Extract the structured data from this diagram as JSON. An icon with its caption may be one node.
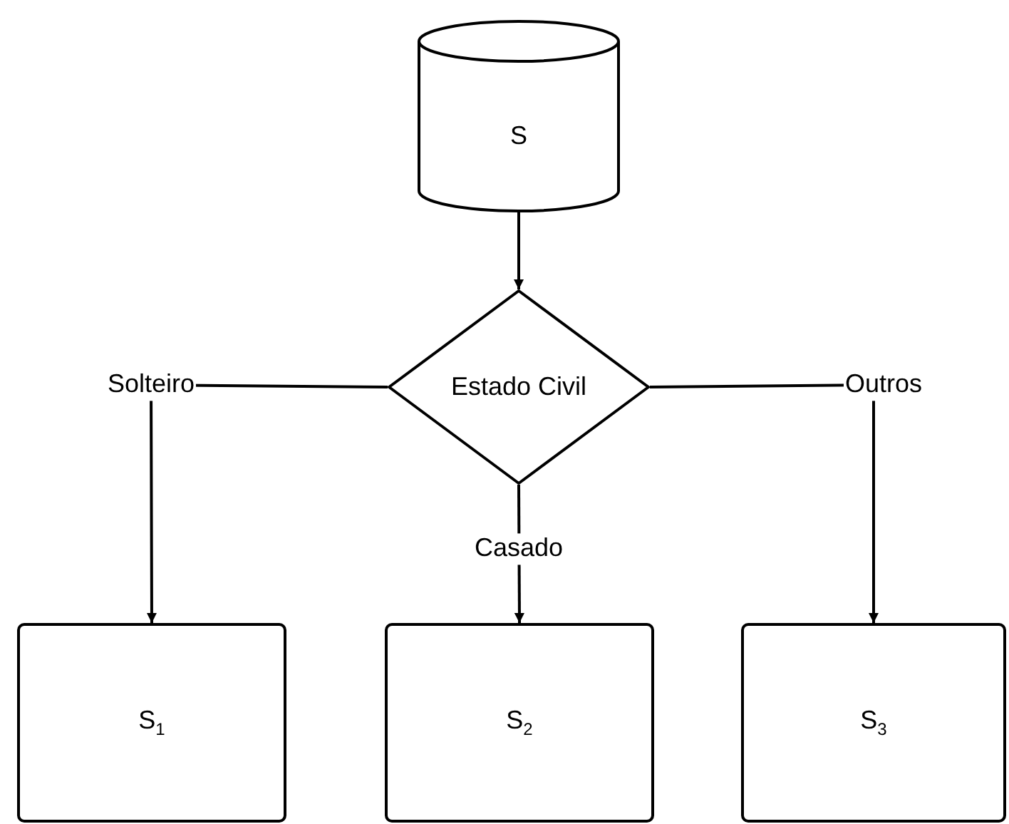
{
  "diagram": {
    "nodes": [
      {
        "text": [
          "S"
        ]
      },
      {
        "text": [
          "Estado Civil"
        ]
      },
      {
        "text": [
          "S$_{1}$"
        ]
      },
      {
        "text": [
          "S$_{2}$"
        ]
      },
      {
        "text": [
          "S$_{3}$"
        ]
      }
    ],
    "edges": [
      {
        "from": 0,
        "to": 1,
        "arrow": "to"
      },
      {
        "from": 1,
        "to": 2,
        "arrow": "to",
        "label": "Solteiro"
      },
      {
        "from": 1,
        "to": 3,
        "arrow": "to",
        "label": "Casado"
      },
      {
        "from": 1,
        "to": 4,
        "arrow": "to",
        "label": "Outros"
      }
    ]
  }
}
